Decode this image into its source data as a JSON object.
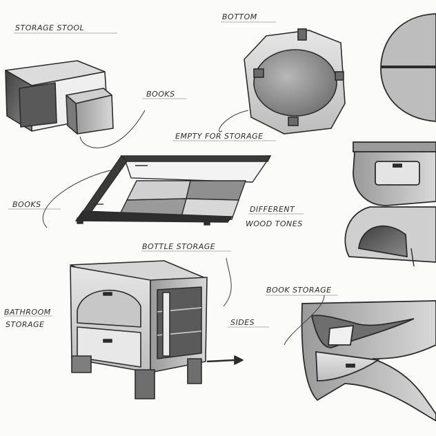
{
  "labels": {
    "storage_stool": "STORAGE STOOL",
    "bottom": "BOTTOM",
    "books_top": "BOOKS",
    "empty_for_storage": "EMPTY FOR STORAGE",
    "books_left": "BOOKS",
    "different": "DIFFERENT",
    "wood_tones": "WOOD TONES",
    "bottle_storage": "BOTTLE STORAGE",
    "bathroom": "BATHROOM",
    "storage": "STORAGE",
    "sides": "SIDES",
    "book_storage": "BOOK STORAGE"
  },
  "colors": {
    "paper": "#fbfbfa",
    "ink": "#2b2b2b",
    "shade_dark": "#4a4a4a",
    "shade_mid": "#8a8a8a",
    "shade_light": "#c9c9c9"
  }
}
